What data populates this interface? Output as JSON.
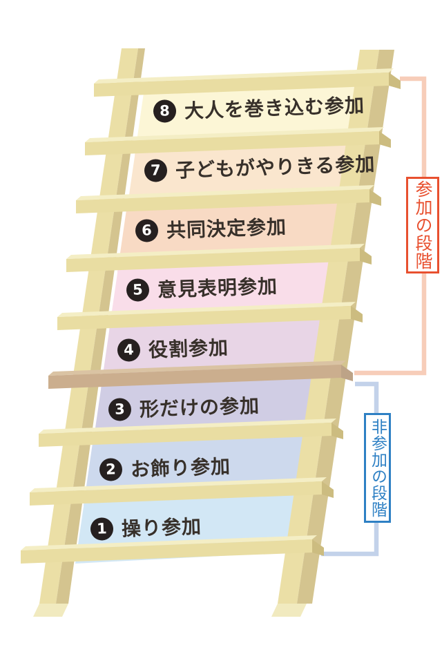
{
  "levels": [
    {
      "number": "8",
      "label": "大人を巻き込む参加",
      "band_color": "#fcf6d6"
    },
    {
      "number": "7",
      "label": "子どもがやりきる参加",
      "band_color": "#fae6ce"
    },
    {
      "number": "6",
      "label": "共同決定参加",
      "band_color": "#f8dac4"
    },
    {
      "number": "5",
      "label": "意見表明参加",
      "band_color": "#f9dde9"
    },
    {
      "number": "4",
      "label": "役割参加",
      "band_color": "#e8d5e6"
    },
    {
      "number": "3",
      "label": "形だけの参加",
      "band_color": "#d0cde4"
    },
    {
      "number": "2",
      "label": "お飾り参加",
      "band_color": "#cdd9ed"
    },
    {
      "number": "1",
      "label": "操り参加",
      "band_color": "#d2e7f5"
    }
  ],
  "divider_rung": {
    "face_color": "#cbae8e",
    "top_color": "#dac3a3",
    "cap_color": "#bda387"
  },
  "brackets": {
    "participation": {
      "label": "参加の段階",
      "accent_color": "#e8502f",
      "line_color": "#f7cdb9"
    },
    "non_participation": {
      "label": "非参加の段階",
      "accent_color": "#2e80c4",
      "line_color": "#c3d2ea"
    }
  },
  "badge_colors": {
    "background": "#262020",
    "text": "#ffffff"
  },
  "label_text_color": "#37302a"
}
